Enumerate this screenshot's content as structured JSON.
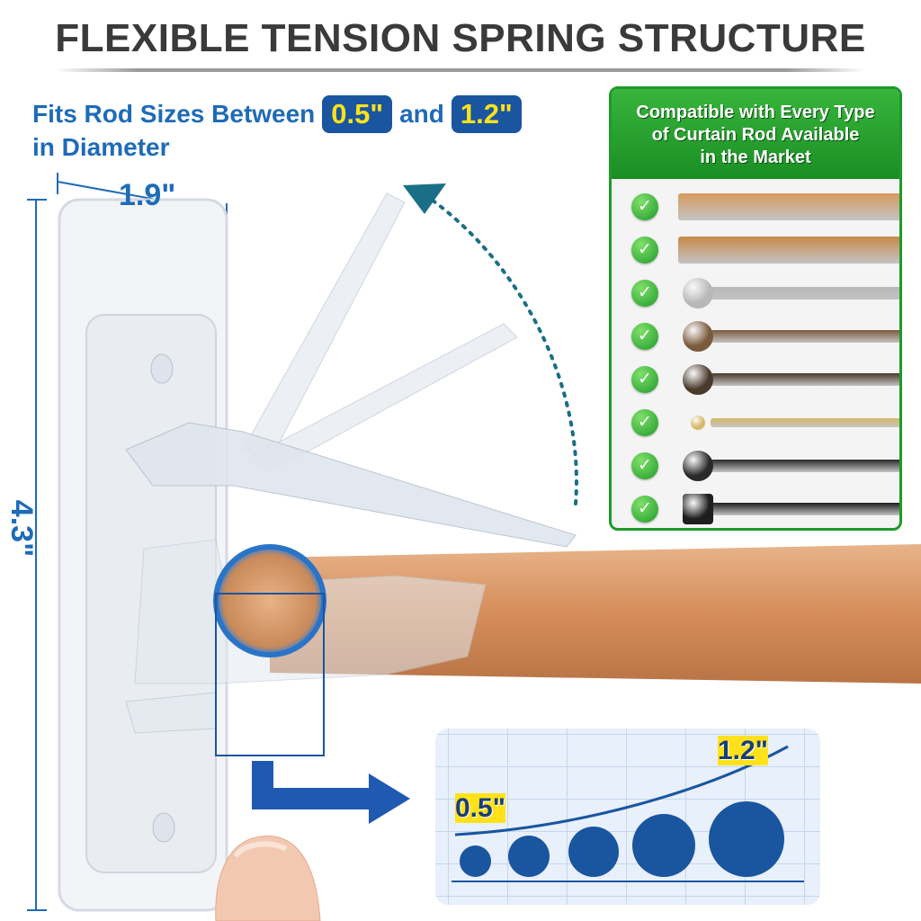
{
  "title": "FLEXIBLE TENSION SPRING STRUCTURE",
  "rod_size": {
    "line1_prefix": "Fits Rod Sizes Between",
    "min": "0.5\"",
    "joiner": "and",
    "max": "1.2\"",
    "line2": "in Diameter"
  },
  "dimensions": {
    "width": "1.9\"",
    "height": "4.3\""
  },
  "compatibility": {
    "heading_line1": "Compatible with Every Type",
    "heading_line2": "of Curtain Rod Available",
    "heading_line3": "in the Market",
    "check_icon": "check-circle-icon",
    "rods": [
      {
        "finish": "light-wood",
        "color": "#d79a5e"
      },
      {
        "finish": "bamboo-wood",
        "color": "#c88a48"
      },
      {
        "finish": "brushed-nickel",
        "color": "#b8b8b8"
      },
      {
        "finish": "oil-rubbed-bronze",
        "color": "#7a5a3c"
      },
      {
        "finish": "dark-bronze-lattice",
        "color": "#4a3a2c"
      },
      {
        "finish": "gold",
        "color": "#d7b868"
      },
      {
        "finish": "black-ball",
        "color": "#2a2a2a"
      },
      {
        "finish": "black-square",
        "color": "#1e1e1e"
      }
    ]
  },
  "diameter_chart": {
    "min_label": "0.5\"",
    "max_label": "1.2\"",
    "sizes": [
      0.5,
      0.65,
      0.8,
      1.0,
      1.2
    ]
  },
  "colors": {
    "accent_blue": "#1e6bb8",
    "pill_blue": "#1a55a0",
    "highlight_yellow": "#ffe21a",
    "panel_green": "#1e9a2a",
    "wood": "#d89a66"
  }
}
